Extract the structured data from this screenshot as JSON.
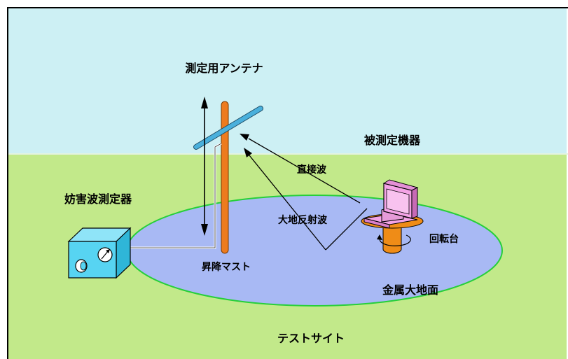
{
  "labels": {
    "antenna": "測定用アンテナ",
    "device_under_test": "被測定機器",
    "direct_wave": "直接波",
    "interference_meter": "妨害波測定器",
    "ground_reflected_wave": "大地反射波",
    "turntable": "回転台",
    "mast": "昇降マスト",
    "metal_ground_plane": "金属大地面",
    "test_site": "テストサイト"
  },
  "colors": {
    "sky": "#cdf0f4",
    "ground": "#c2e98a",
    "metal_plane": "#a8b9f4",
    "metal_plane_edge": "#26cf3a",
    "mast": "#ed7b1e",
    "antenna": "#4ab0dc",
    "meter_box": "#57d4f2",
    "device": "#f4a3e6",
    "turntable": "#ef8c17"
  }
}
